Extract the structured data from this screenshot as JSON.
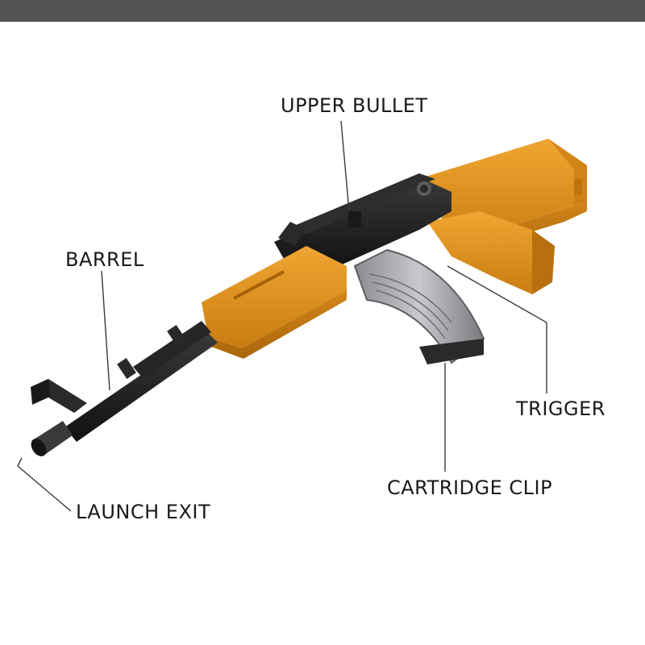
{
  "labels": {
    "upper_bullet": "UPPER BULLET",
    "barrel": "BARREL",
    "trigger": "TRIGGER",
    "cartridge_clip": "CARTRIDGE CLIP",
    "launch_exit": "LAUNCH EXIT"
  },
  "colors": {
    "top_bar": "#545454",
    "stock_orange": "#e3921c",
    "body_black": "#1e1e1e",
    "magazine_gray": "#a9a9ad",
    "leader_line": "#3a3a3a"
  }
}
